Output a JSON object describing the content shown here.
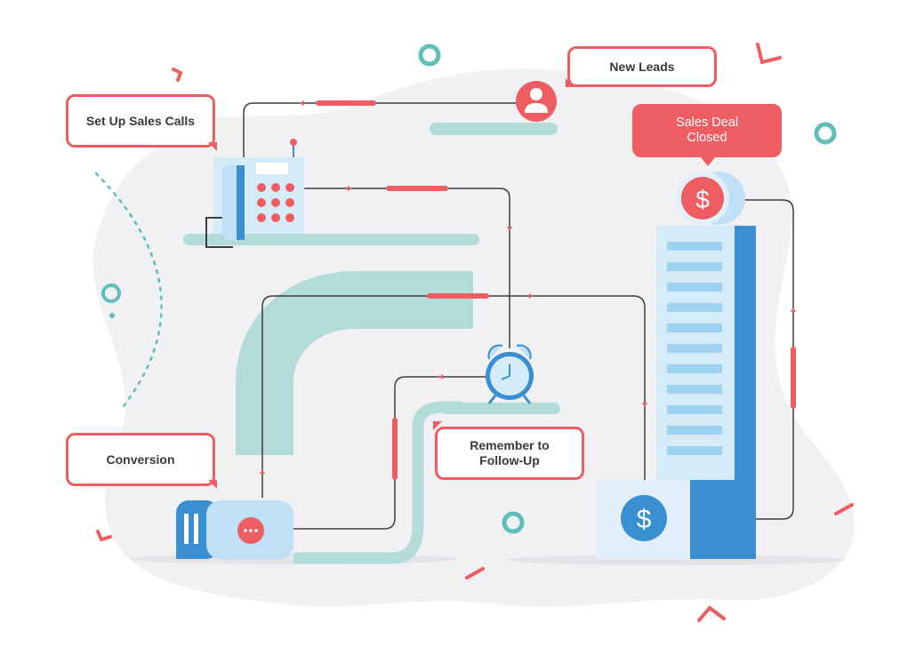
{
  "labels": {
    "new_leads": "New Leads",
    "set_up_sales_calls": "Set Up Sales Calls",
    "sales_deal_closed_line1": "Sales Deal",
    "sales_deal_closed_line2": "Closed",
    "conversion": "Conversion",
    "remember_line1": "Remember to",
    "remember_line2": "Follow-Up"
  },
  "icons": {
    "lead": "user-avatar-icon",
    "phone": "desk-phone-icon",
    "alarm": "alarm-clock-icon",
    "coin": "dollar-coin-icon",
    "dollar_box": "dollar-sign-icon",
    "building": "tower-building-icon",
    "printer": "chat-machine-icon"
  },
  "colors": {
    "accent_red": "#ee5d62",
    "teal_light": "#b3dcd8",
    "blue": "#3a8fd1",
    "blue_light": "#bfe0f6",
    "blob": "#f1f1f3",
    "teal_ring": "#5fbfb8",
    "line": "#3d3d3d"
  }
}
